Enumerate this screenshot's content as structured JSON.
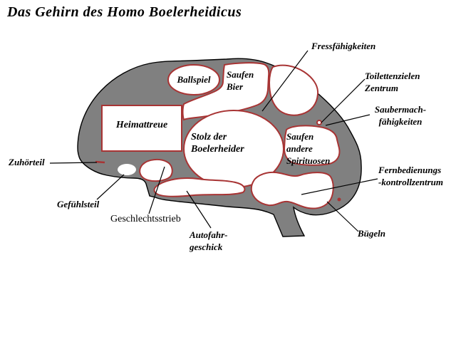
{
  "title": "Das Gehirn des Homo Boelerheidicus",
  "colors": {
    "background": "#ffffff",
    "brain_fill": "#808080",
    "brain_outline": "#000000",
    "region_fill": "#ffffff",
    "region_outline": "#a83434",
    "label_color": "#000000",
    "line_color": "#000000"
  },
  "regions": {
    "ballspiel": {
      "label": "Ballspiel"
    },
    "saufen_bier": {
      "label": "Saufen\nBier"
    },
    "heimattreue": {
      "label": "Heimattreue"
    },
    "stolz_der_boelerheider": {
      "label": "Stolz der\nBoelerheider"
    },
    "saufen_andere_spirituosen": {
      "label": "Saufen\nandere\nSpirituosen"
    }
  },
  "callouts": {
    "fressfaehigkeiten": {
      "label": "Fressfähigkeiten"
    },
    "toilettenzielen_zentrum": {
      "label": "Toilettenzielen\nZentrum"
    },
    "saubermach_faehigkeiten": {
      "label": "Saubermach-\nfähigkeiten"
    },
    "fernbedienungs_kontrollzentrum": {
      "label": "Fernbedienungs\n-kontrollzentrum"
    },
    "buegeln": {
      "label": "Bügeln"
    },
    "zuhoerteil": {
      "label": "Zuhörteil"
    },
    "gefuehlsteil": {
      "label": "Gefühlsteil"
    },
    "geschlechtsstrieb": {
      "label": "Geschlechtsstrieb"
    },
    "autofahr_geschick": {
      "label": "Autofahr-\ngeschick"
    }
  }
}
